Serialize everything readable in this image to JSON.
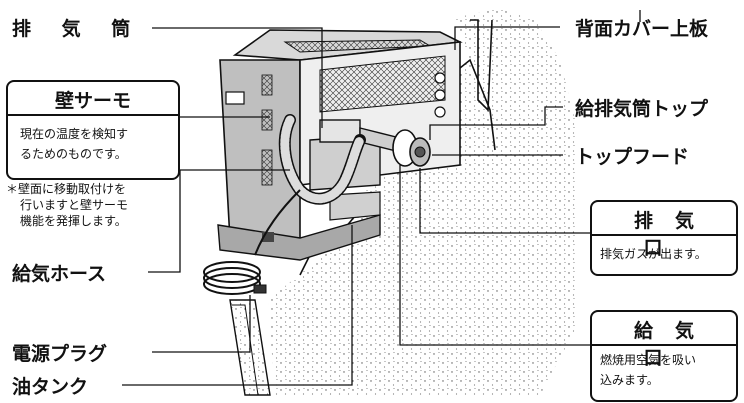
{
  "labels": {
    "exhaust_pipe": "排 気 筒",
    "back_cover": "背面カバー上板",
    "pipe_top": "給排気筒トップ",
    "top_hood": "トップフード",
    "supply_hose": "給気ホース",
    "power_plug": "電源プラグ",
    "oil_tank": "油タンク"
  },
  "wall_thermo": {
    "title": "壁サーモ",
    "desc_line1": "現在の温度を検知す",
    "desc_line2": "るためのものです。"
  },
  "note": {
    "line1": "＊壁面に移動取付けを",
    "line2": "行いますと壁サーモ",
    "line3": "機能を発揮します。"
  },
  "exhaust_port": {
    "title": "排気口",
    "desc": "排気ガスが出ます。"
  },
  "intake_port": {
    "title": "給気口",
    "desc_line1": "燃焼用空気を吸い",
    "desc_line2": "込みます。"
  }
}
